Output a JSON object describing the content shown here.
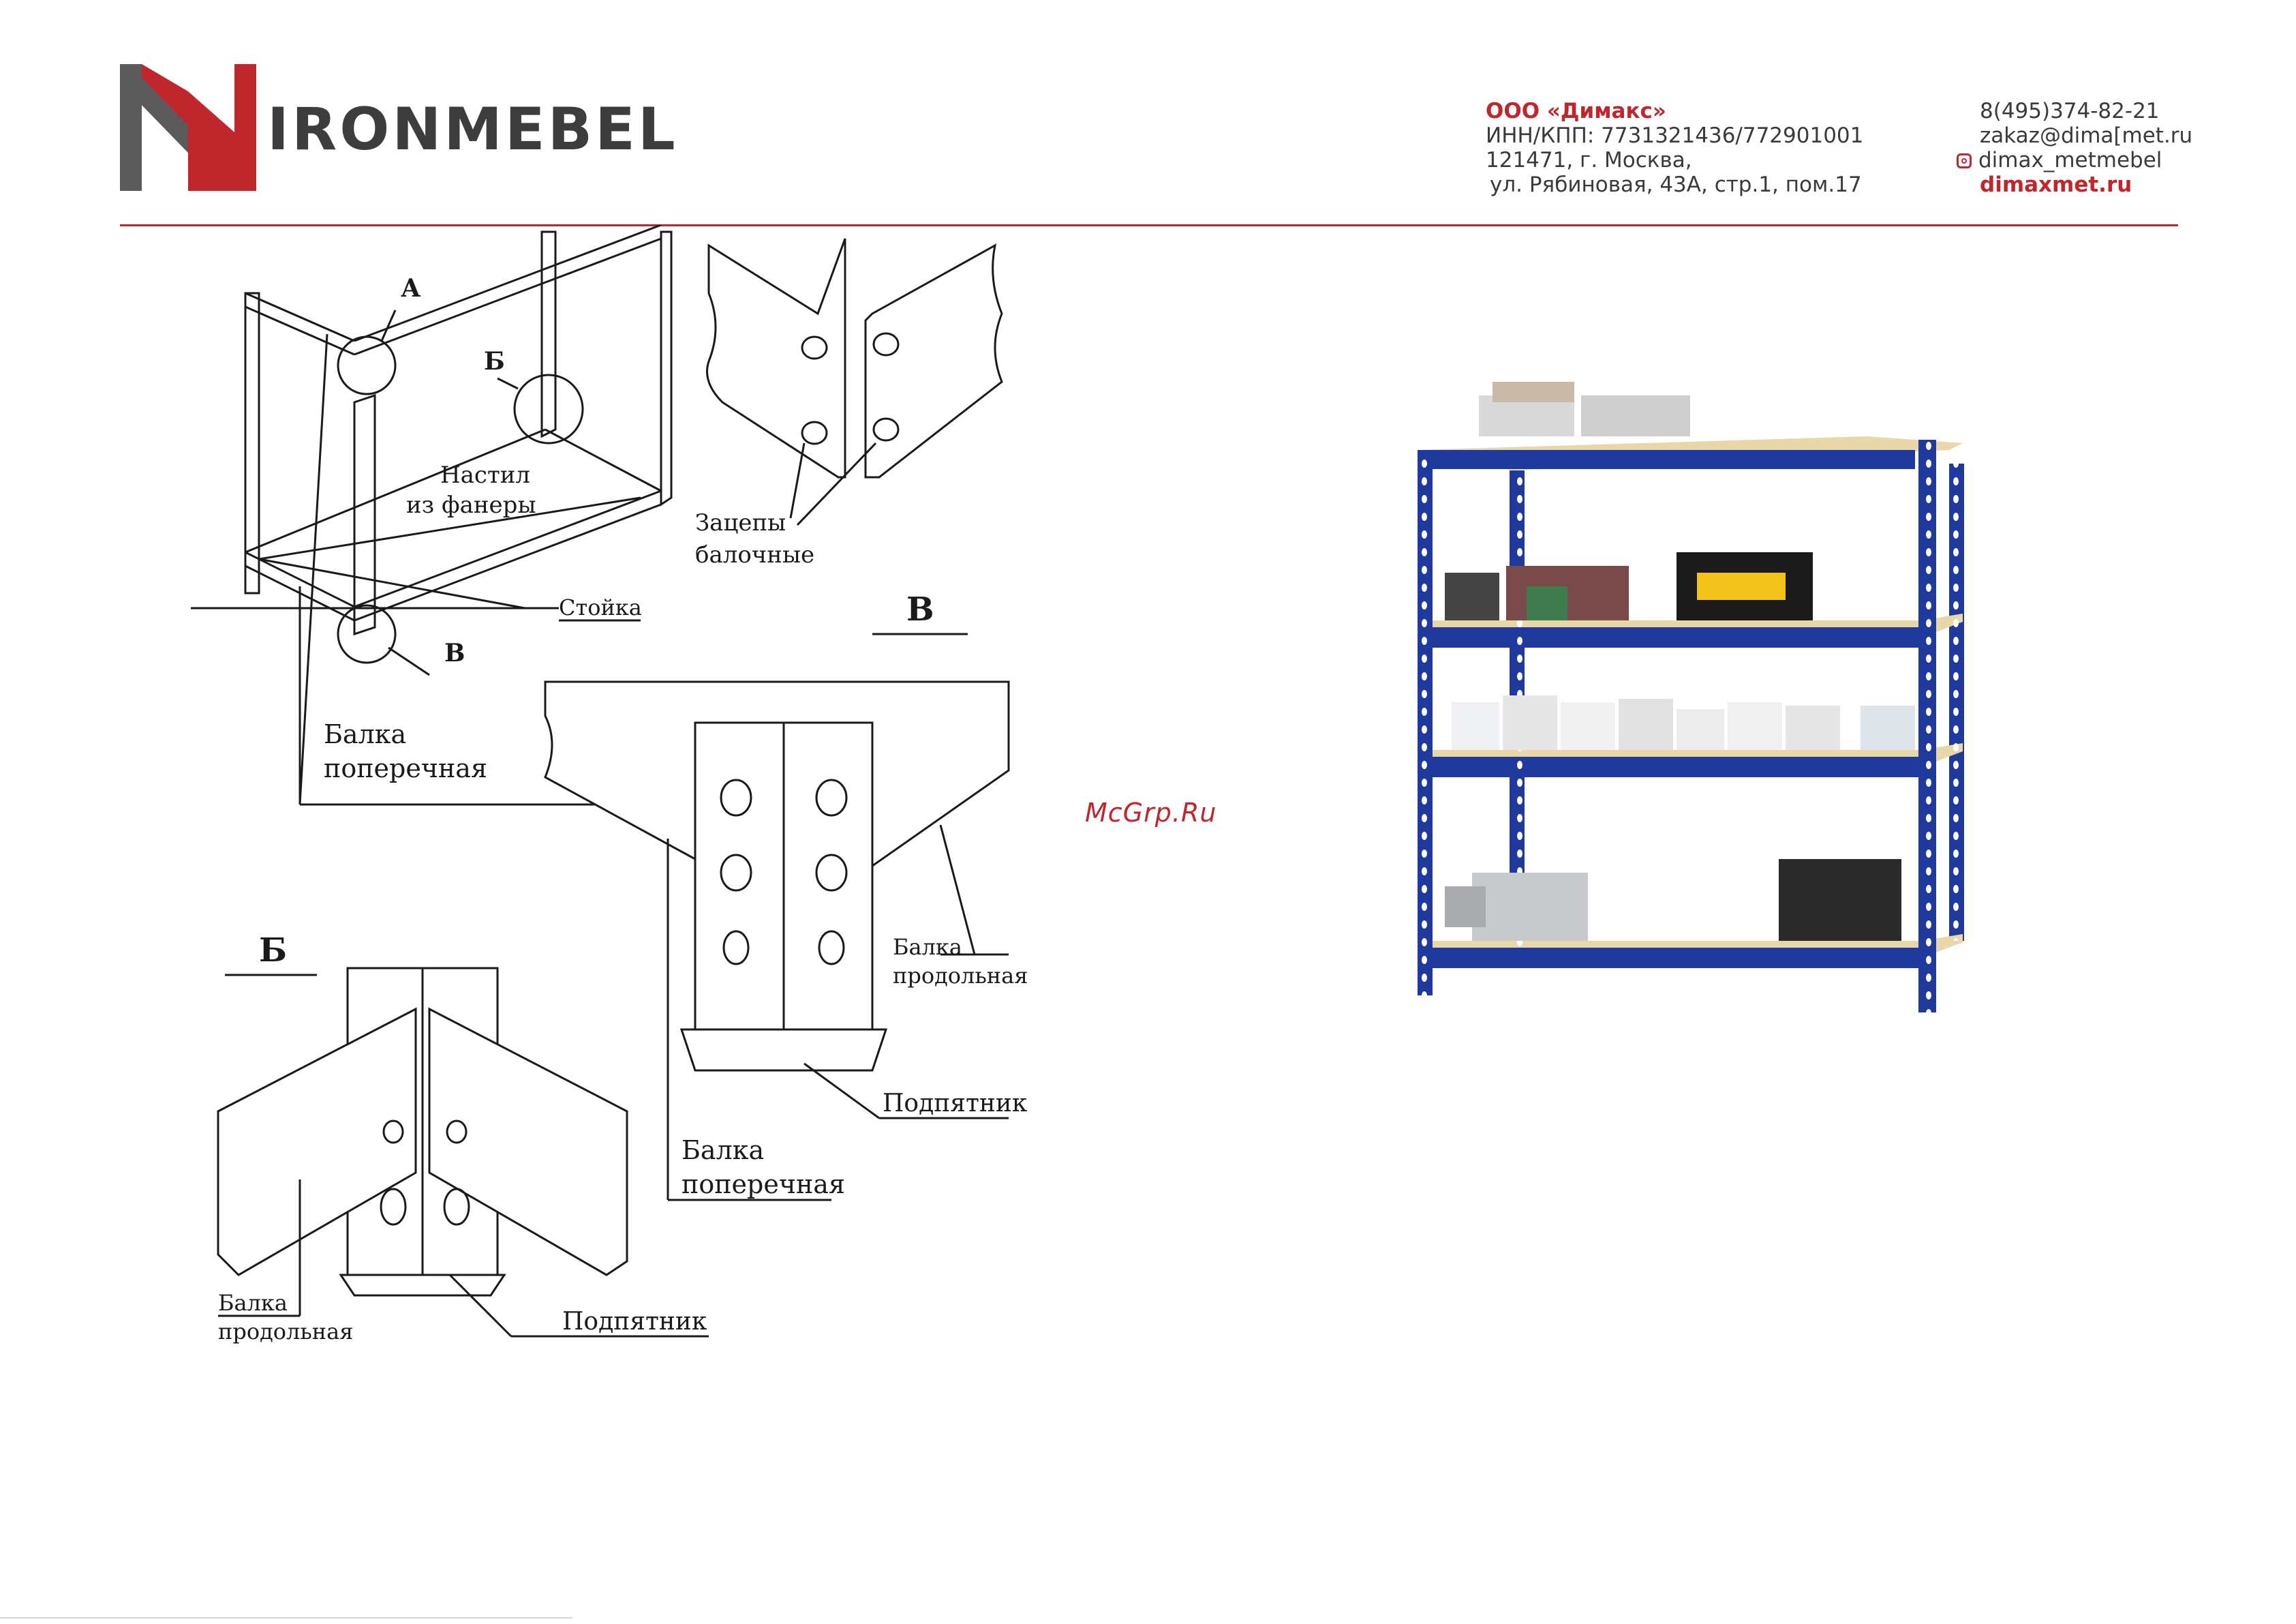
{
  "header": {
    "brand": "IRONMEBEL",
    "company_name": "ООО «Димакс»",
    "inn": "ИНН/КПП: 7731321436/772901001",
    "address_line1": "121471, г. Москва,",
    "address_line2": "ул. Рябиновая, 43А, стр.1, пом.17",
    "phone": "8(495)374-82-21",
    "email": "zakaz@dima[met.ru",
    "instagram": "dimax_metmebel",
    "website": "dimaxmet.ru",
    "accent_color": "#c0272d"
  },
  "drawing": {
    "label_a": "А",
    "label_b_small": "Б",
    "label_v_small": "В",
    "decking": [
      "Настил",
      "из фанеры"
    ],
    "hooks": [
      "Зацепы",
      "балочные"
    ],
    "post": "Стойка",
    "cross_beam_top": [
      "Балка",
      "поперечная"
    ],
    "heading_v": "В",
    "long_beam_v": [
      "Балка",
      "продольная"
    ],
    "foot_plate_v": "Подпятник",
    "cross_beam_v": [
      "Балка",
      "поперечная"
    ],
    "heading_b": "Б",
    "long_beam_b": [
      "Балка",
      "продольная"
    ],
    "foot_plate_b": "Подпятник"
  },
  "watermark": "McGrp.Ru",
  "photo": {
    "frame_color": "#1f3a9c",
    "shelf_color": "#e8d7a8"
  }
}
